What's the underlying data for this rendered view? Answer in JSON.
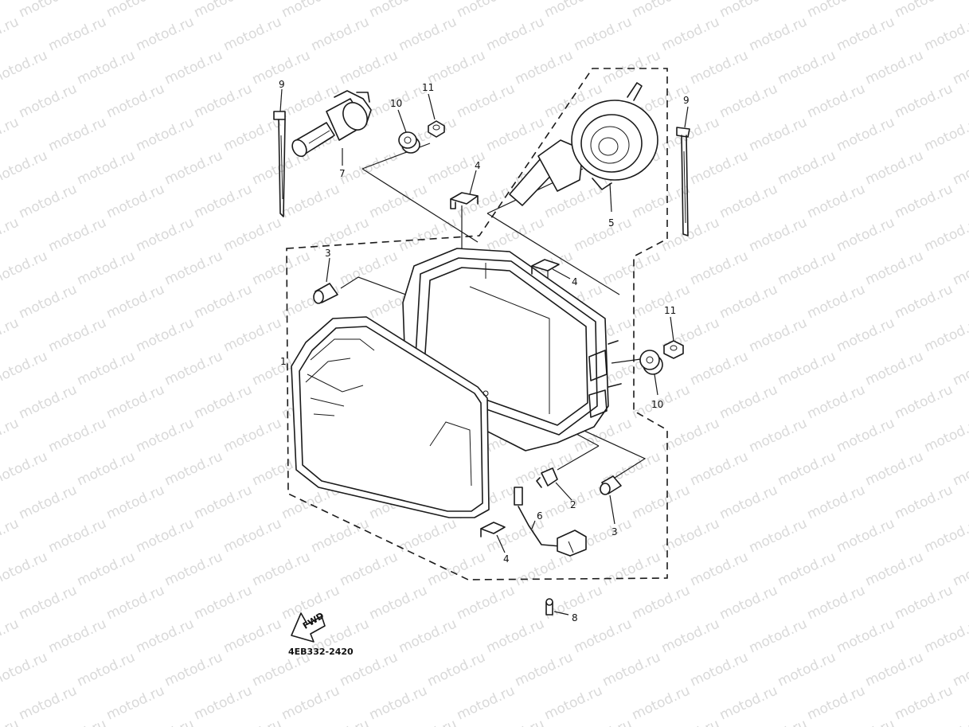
{
  "watermark": {
    "text": "motod.ru",
    "color": "#d9d9d9"
  },
  "diagram": {
    "part_code": "4EB332-2420",
    "fwd_label": "FWD",
    "callouts": [
      {
        "id": "c9-left",
        "label": "9"
      },
      {
        "id": "c7",
        "label": "7"
      },
      {
        "id": "c10-top",
        "label": "10"
      },
      {
        "id": "c11-top",
        "label": "11"
      },
      {
        "id": "c4-top",
        "label": "4"
      },
      {
        "id": "c5",
        "label": "5"
      },
      {
        "id": "c9-right",
        "label": "9"
      },
      {
        "id": "c3-left",
        "label": "3"
      },
      {
        "id": "c4-mid",
        "label": "4"
      },
      {
        "id": "c11-right",
        "label": "11"
      },
      {
        "id": "c10-right",
        "label": "10"
      },
      {
        "id": "c1",
        "label": "1"
      },
      {
        "id": "c2",
        "label": "2"
      },
      {
        "id": "c3-right",
        "label": "3"
      },
      {
        "id": "c6",
        "label": "6"
      },
      {
        "id": "c4-bottom",
        "label": "4"
      },
      {
        "id": "c8",
        "label": "8"
      }
    ]
  }
}
